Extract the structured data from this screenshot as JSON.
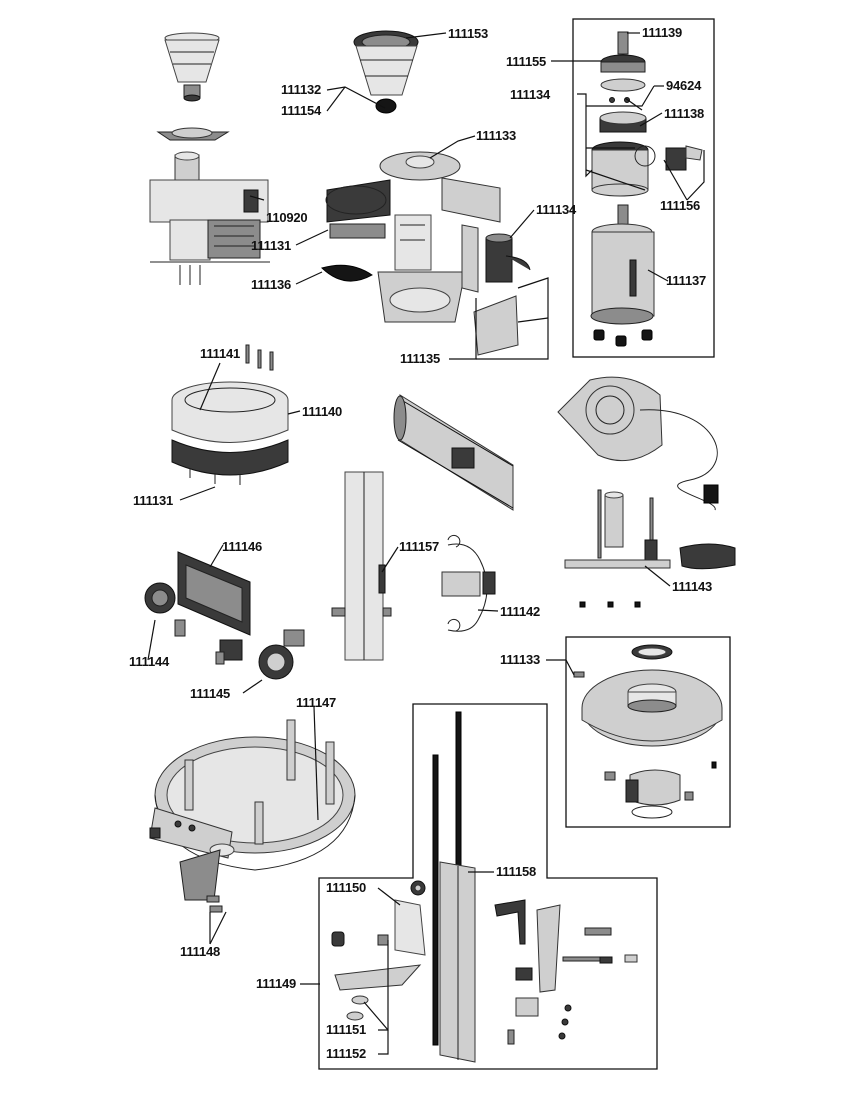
{
  "labels": {
    "l111153": "111153",
    "l111132": "111132",
    "l111154": "111154",
    "l111133a": "111133",
    "l110920": "110920",
    "l111131a": "111131",
    "l111136": "111136",
    "l111134a": "111134",
    "l111135": "111135",
    "l111139": "111139",
    "l111155": "111155",
    "l94624": "94624",
    "l111134b": "111134",
    "l111138": "111138",
    "l111156": "111156",
    "l111137": "111137",
    "l111141": "111141",
    "l111140": "111140",
    "l111131b": "111131",
    "l111146": "111146",
    "l111144": "111144",
    "l111145": "111145",
    "l111157": "111157",
    "l111142": "111142",
    "l111143": "111143",
    "l111133b": "111133",
    "l111147": "111147",
    "l111148": "111148",
    "l111150": "111150",
    "l111158": "111158",
    "l111149": "111149",
    "l111151": "111151",
    "l111152": "111152"
  }
}
